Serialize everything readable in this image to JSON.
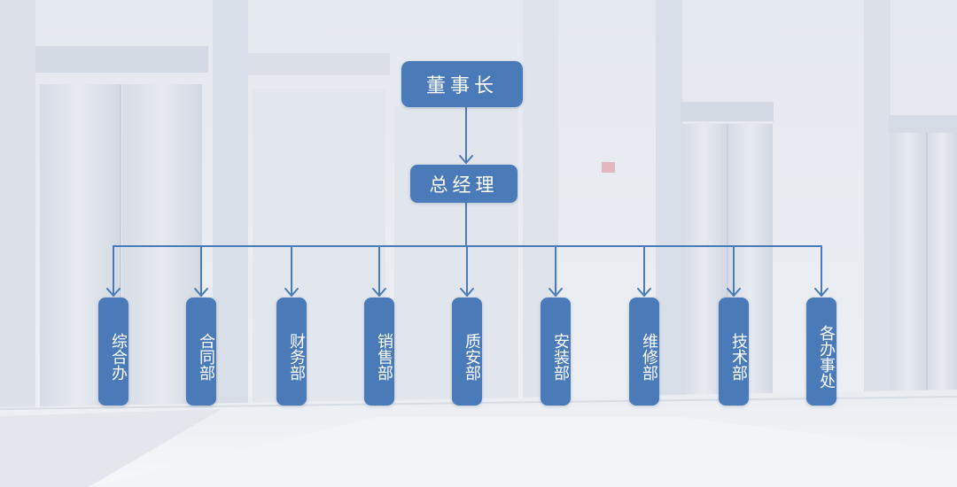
{
  "colors": {
    "node_fill": "#4a7ab8",
    "connector": "#4a7ab8",
    "node_text": "#ffffff"
  },
  "chairman": "董事长",
  "general_manager": "总经理",
  "departments": [
    "综合办",
    "合同部",
    "财务部",
    "销售部",
    "质安部",
    "安装部",
    "维修部",
    "技术部",
    "各办事处"
  ]
}
